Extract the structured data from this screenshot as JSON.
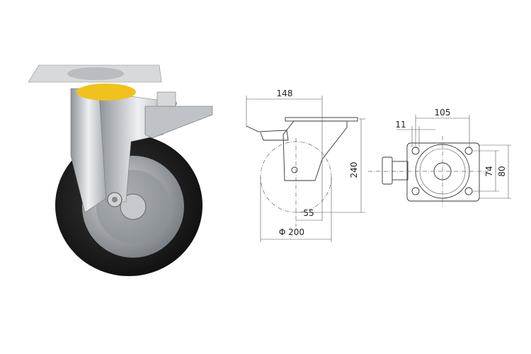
{
  "product": {
    "name": "swivel-castor-with-brake",
    "colors": {
      "tyre": "#1c1c1c",
      "hub": "#9a9ea3",
      "bracket": "#c9ccd0",
      "ring": "#f0c21b",
      "background": "#ffffff"
    }
  },
  "drawing": {
    "side_view": {
      "offset_width": "148",
      "height": "240",
      "offset": "55",
      "wheel_diameter": "Φ 200"
    },
    "top_view": {
      "plate_hole_spacing_x": "105",
      "bolt_hole": "11",
      "plate_hole_spacing_y": "74",
      "plate_width": "80"
    }
  }
}
